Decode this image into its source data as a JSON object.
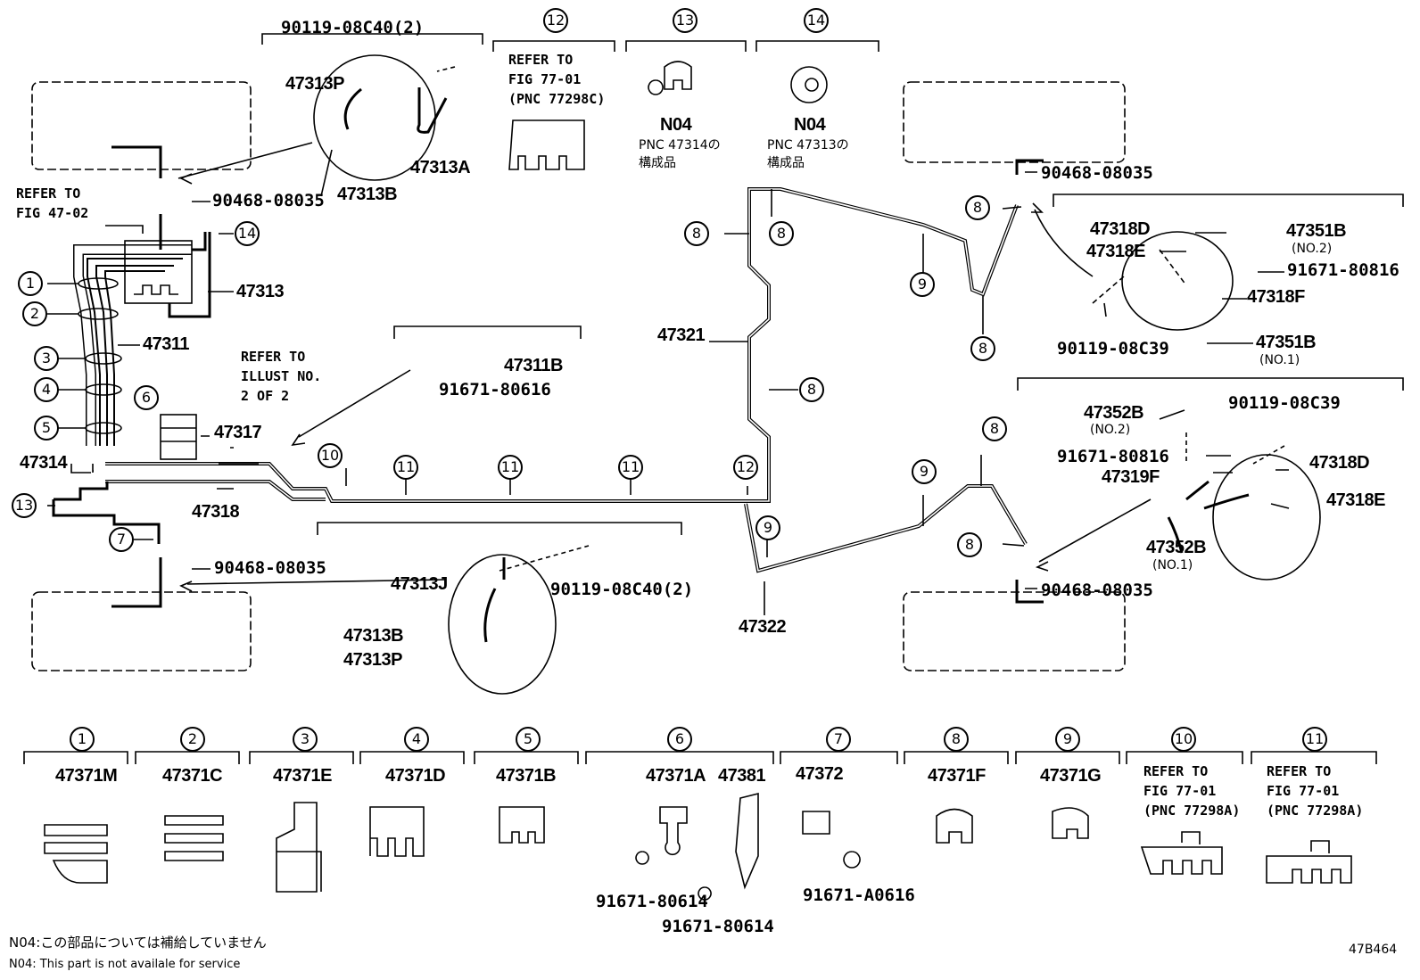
{
  "figure_id": "47B464",
  "notes": {
    "jp": "N04:この部品については補給していません",
    "en": "N04: This part is not availale for service"
  },
  "refs": {
    "fig4702": "REFER TO\nFIG 47-02",
    "illust2": "REFER TO\nILLUST NO.\n2 OF 2",
    "fig7701c": "REFER TO\nFIG 77-01\n(PNC 77298C)",
    "fig7701a_10": "REFER TO\nFIG 77-01\n(PNC 77298A)",
    "fig7701a_11": "REFER TO\nFIG 77-01\n(PNC 77298A)"
  },
  "n04": {
    "code": "N04",
    "c13_desc": "PNC 47314の\n構成品",
    "c14_desc": "PNC 47313の\n構成品"
  },
  "labels": {
    "p47313P_top": "47313P",
    "p47313A": "47313A",
    "p47313B_top": "47313B",
    "p9011908C40_top": "90119-08C40(2)",
    "p9046808035_tl": "90468-08035",
    "p47313": "47313",
    "p47311": "47311",
    "p47317": "47317",
    "p47314": "47314",
    "p47318": "47318",
    "p9046808035_bl": "90468-08035",
    "p47311B": "47311B",
    "p9167180616": "91671-80616",
    "p47313J": "47313J",
    "p9011908C40_bot": "90119-08C40(2)",
    "p47313B_bot": "47313B",
    "p47313P_bot": "47313P",
    "p47321": "47321",
    "p47322": "47322",
    "p9046808035_tr": "90468-08035",
    "p47318D_top": "47318D",
    "p47318E_top": "47318E",
    "p47351B_no2": "47351B",
    "no2_a": "(NO.2)",
    "p9167180816_top": "91671-80816",
    "p47318F": "47318F",
    "p9011908C39_top": "90119-08C39",
    "p47351B_no1": "47351B",
    "no1_a": "(NO.1)",
    "p47352B_no2": "47352B",
    "no2_b": "(NO.2)",
    "p9011908C39_bot": "90119-08C39",
    "p9167180816_bot": "91671-80816",
    "p47319F": "47319F",
    "p47318D_bot": "47318D",
    "p47318E_bot": "47318E",
    "p47352B_no1": "47352B",
    "no1_b": "(NO.1)",
    "p9046808035_br": "90468-08035"
  },
  "callouts": [
    "1",
    "2",
    "3",
    "4",
    "5",
    "6",
    "7",
    "8",
    "9",
    "10",
    "11",
    "12",
    "13",
    "14"
  ],
  "legend": [
    {
      "num": "1",
      "part": "47371M"
    },
    {
      "num": "2",
      "part": "47371C"
    },
    {
      "num": "3",
      "part": "47371E"
    },
    {
      "num": "4",
      "part": "47371D"
    },
    {
      "num": "5",
      "part": "47371B"
    },
    {
      "num": "6",
      "part": "47371A",
      "part2": "47381",
      "sub1": "91671-80614",
      "sub2": "91671-80614"
    },
    {
      "num": "7",
      "part": "47372",
      "sub1": "91671-A0616"
    },
    {
      "num": "8",
      "part": "47371F"
    },
    {
      "num": "9",
      "part": "47371G"
    },
    {
      "num": "10"
    },
    {
      "num": "11"
    }
  ]
}
